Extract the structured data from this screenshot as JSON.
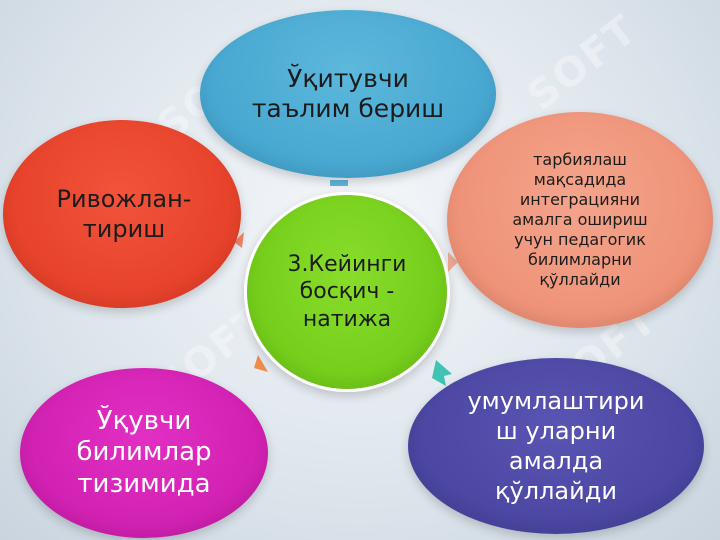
{
  "diagram": {
    "nodes": {
      "top": "Ўқитувчи\nтаълим бериш",
      "left": "Ривожлан-\nтириш",
      "right": "тарбиялаш\nмақсадида\nинтеграцияни\nамалга ошириш\nучун педагогик\nбилимларни\nқўллайди",
      "center": "3.Кейинги\nбосқич -\nнатижа",
      "bottom_left": "Ўқувчи\nбилимлар\nтизимида",
      "bottom_right": "умумлаштири\nш уларни\nамалда\nқўллайди"
    },
    "colors": {
      "top": "#3e9fcb",
      "left": "#e23a24",
      "right": "#ec8a6e",
      "center": "#6cc614",
      "bottom_left": "#c81aa8",
      "bottom_right": "#43409a"
    },
    "watermark": "SOFT"
  }
}
